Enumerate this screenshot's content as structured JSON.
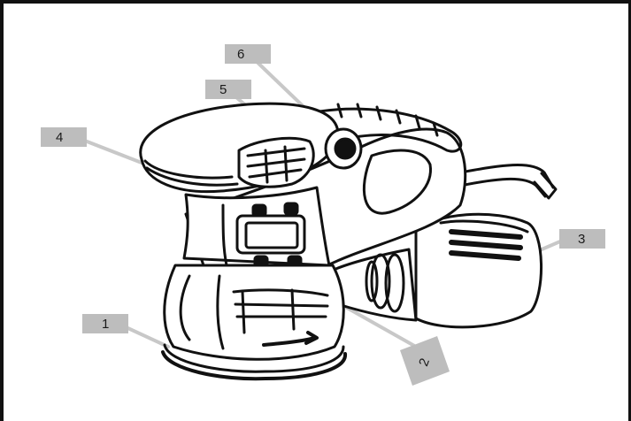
{
  "callouts": [
    {
      "id": "1",
      "label": "1"
    },
    {
      "id": "2",
      "label": "2"
    },
    {
      "id": "3",
      "label": "3"
    },
    {
      "id": "4",
      "label": "4"
    },
    {
      "id": "5",
      "label": "5"
    },
    {
      "id": "6",
      "label": "6"
    }
  ],
  "colors": {
    "ink": "#111111",
    "label_box": "#bdbdbd",
    "leader": "#c8c8c8",
    "background": "#ffffff"
  }
}
